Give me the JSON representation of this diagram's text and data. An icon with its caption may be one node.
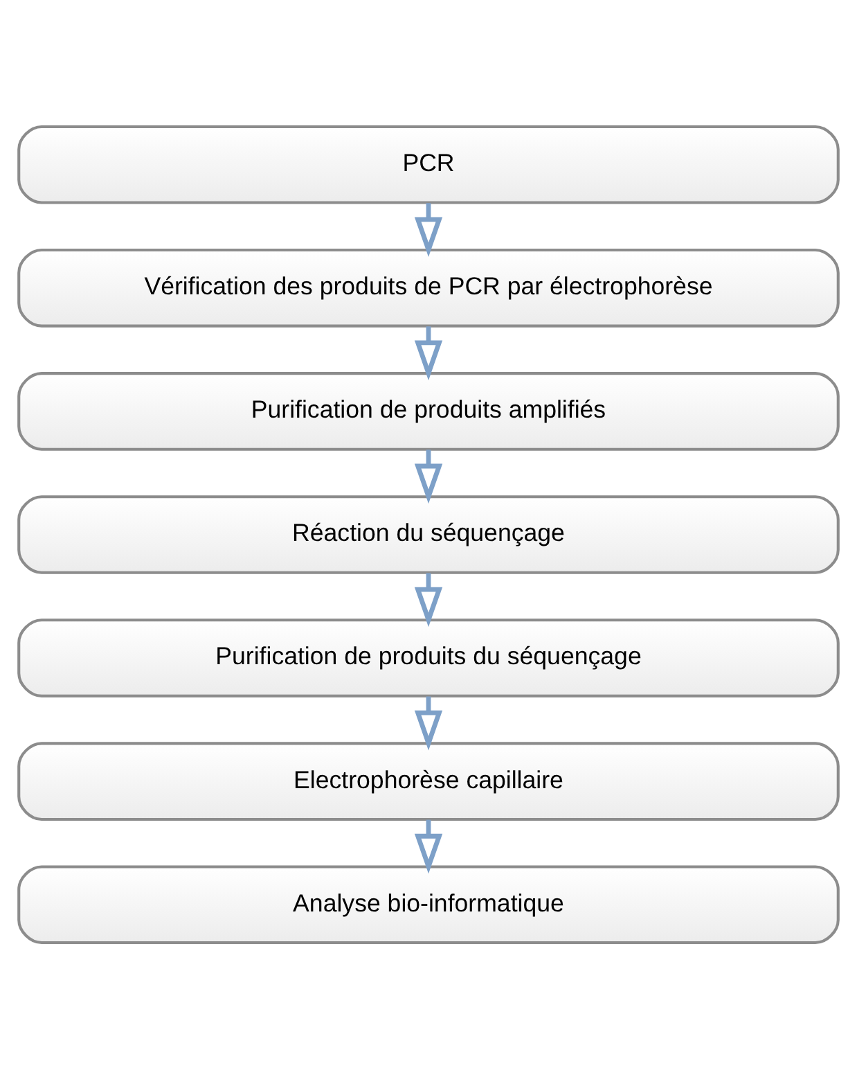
{
  "diagram": {
    "nodes": [
      {
        "text": [
          "PCR"
        ]
      },
      {
        "text": [
          "Vérification des produits de PCR par électrophorèse"
        ]
      },
      {
        "text": [
          "Purification de produits amplifiés"
        ]
      },
      {
        "text": [
          "Réaction du séquençage"
        ]
      },
      {
        "text": [
          "Purification de produits du séquençage"
        ]
      },
      {
        "text": [
          "Electrophorèse capillaire"
        ]
      },
      {
        "text": [
          "Analyse bio-informatique"
        ]
      }
    ],
    "edges": [
      {
        "from": 0,
        "to": 1,
        "arrow": "to"
      },
      {
        "from": 1,
        "to": 2,
        "arrow": "to"
      },
      {
        "from": 2,
        "to": 3,
        "arrow": "to"
      },
      {
        "from": 3,
        "to": 4,
        "arrow": "to"
      },
      {
        "from": 4,
        "to": 5,
        "arrow": "to"
      },
      {
        "from": 5,
        "to": 6,
        "arrow": "to"
      }
    ]
  }
}
